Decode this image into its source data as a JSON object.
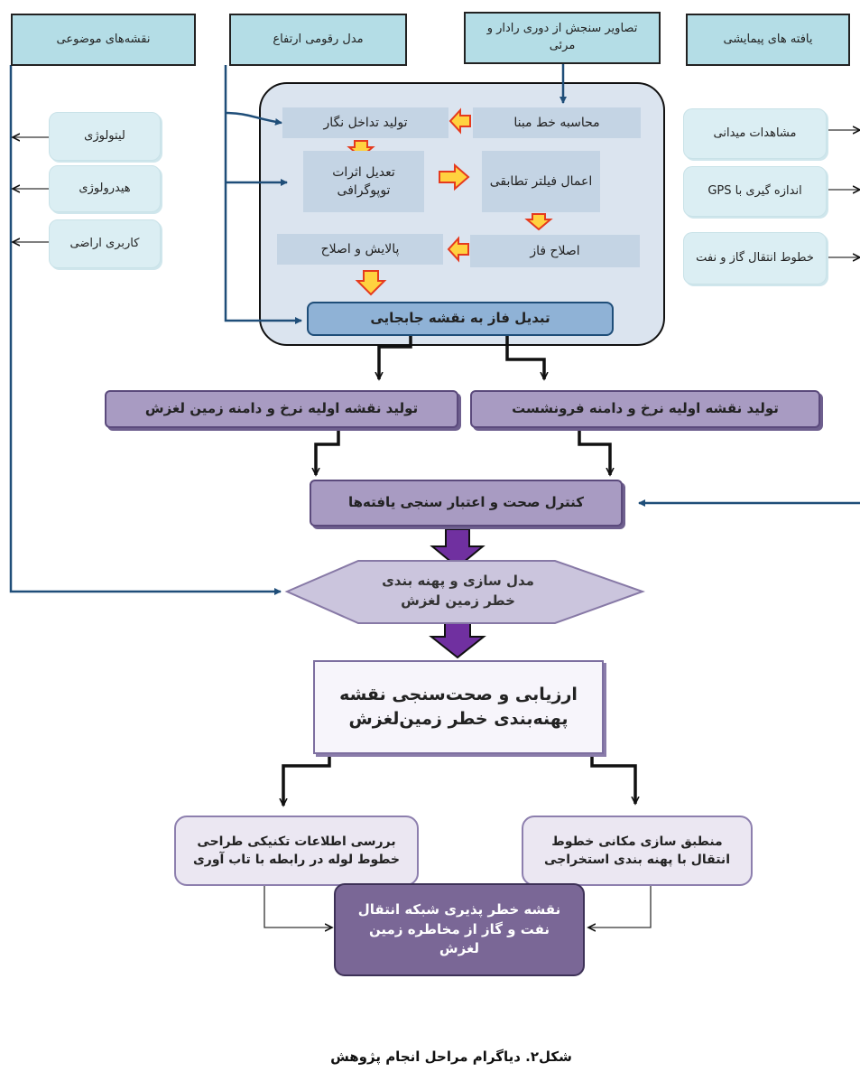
{
  "inputs": {
    "thematic_maps": "نقشه‌های موضوعی",
    "dem": "مدل رقومی ارتفاع",
    "radar_images": "تصاویر سنجش از دوری رادار و مرئی",
    "survey_findings": "یافته های پیمایشی"
  },
  "thematic_items": [
    "لیتولوژی",
    "هیدرولوژی",
    "کاربری اراضی"
  ],
  "survey_items": [
    "مشاهدات میدانی",
    "اندازه گیری با GPS",
    "خطوط انتقال گاز و نفت"
  ],
  "processing": {
    "baseline": "محاسبه خط مبنا",
    "interferogram": "تولید تداخل نگار",
    "adaptive_filter": "اعمال فیلتر تطابقی",
    "topo_correction": "تعدیل اثرات توپوگرافی",
    "phase_correction": "اصلاح فاز",
    "refinement": "پالایش و اصلاح",
    "phase_to_displacement": "تبدیل فاز به نقشه جابجایی"
  },
  "subsidence_map": "تولید نقشه اولیه نرخ و دامنه فرونشست",
  "landslide_map": "تولید نقشه اولیه نرخ و دامنه زمین لغزش",
  "validation": "کنترل صحت و اعتبار سنجی یافته‌ها",
  "hazard_modeling": "مدل سازی و پهنه بندی خطر زمین لغزش",
  "assessment": "ارزیابی و صحت‌سنجی نقشه پهنه‌بندی خطر زمین‌لغزش",
  "spatial_matching": "منطبق سازی مکانی خطوط انتقال با پهنه بندی استخراجی",
  "technical_review": "بررسی اطلاعات تکنیکی طراحی خطوط لوله در رابطه با تاب آوری",
  "vulnerability_map": "نقشه خطر پذیری شبکه انتقال نفت و گاز از مخاطره زمین لغزش",
  "caption": "شکل۲. دیاگرام مراحل انجام پژوهش"
}
